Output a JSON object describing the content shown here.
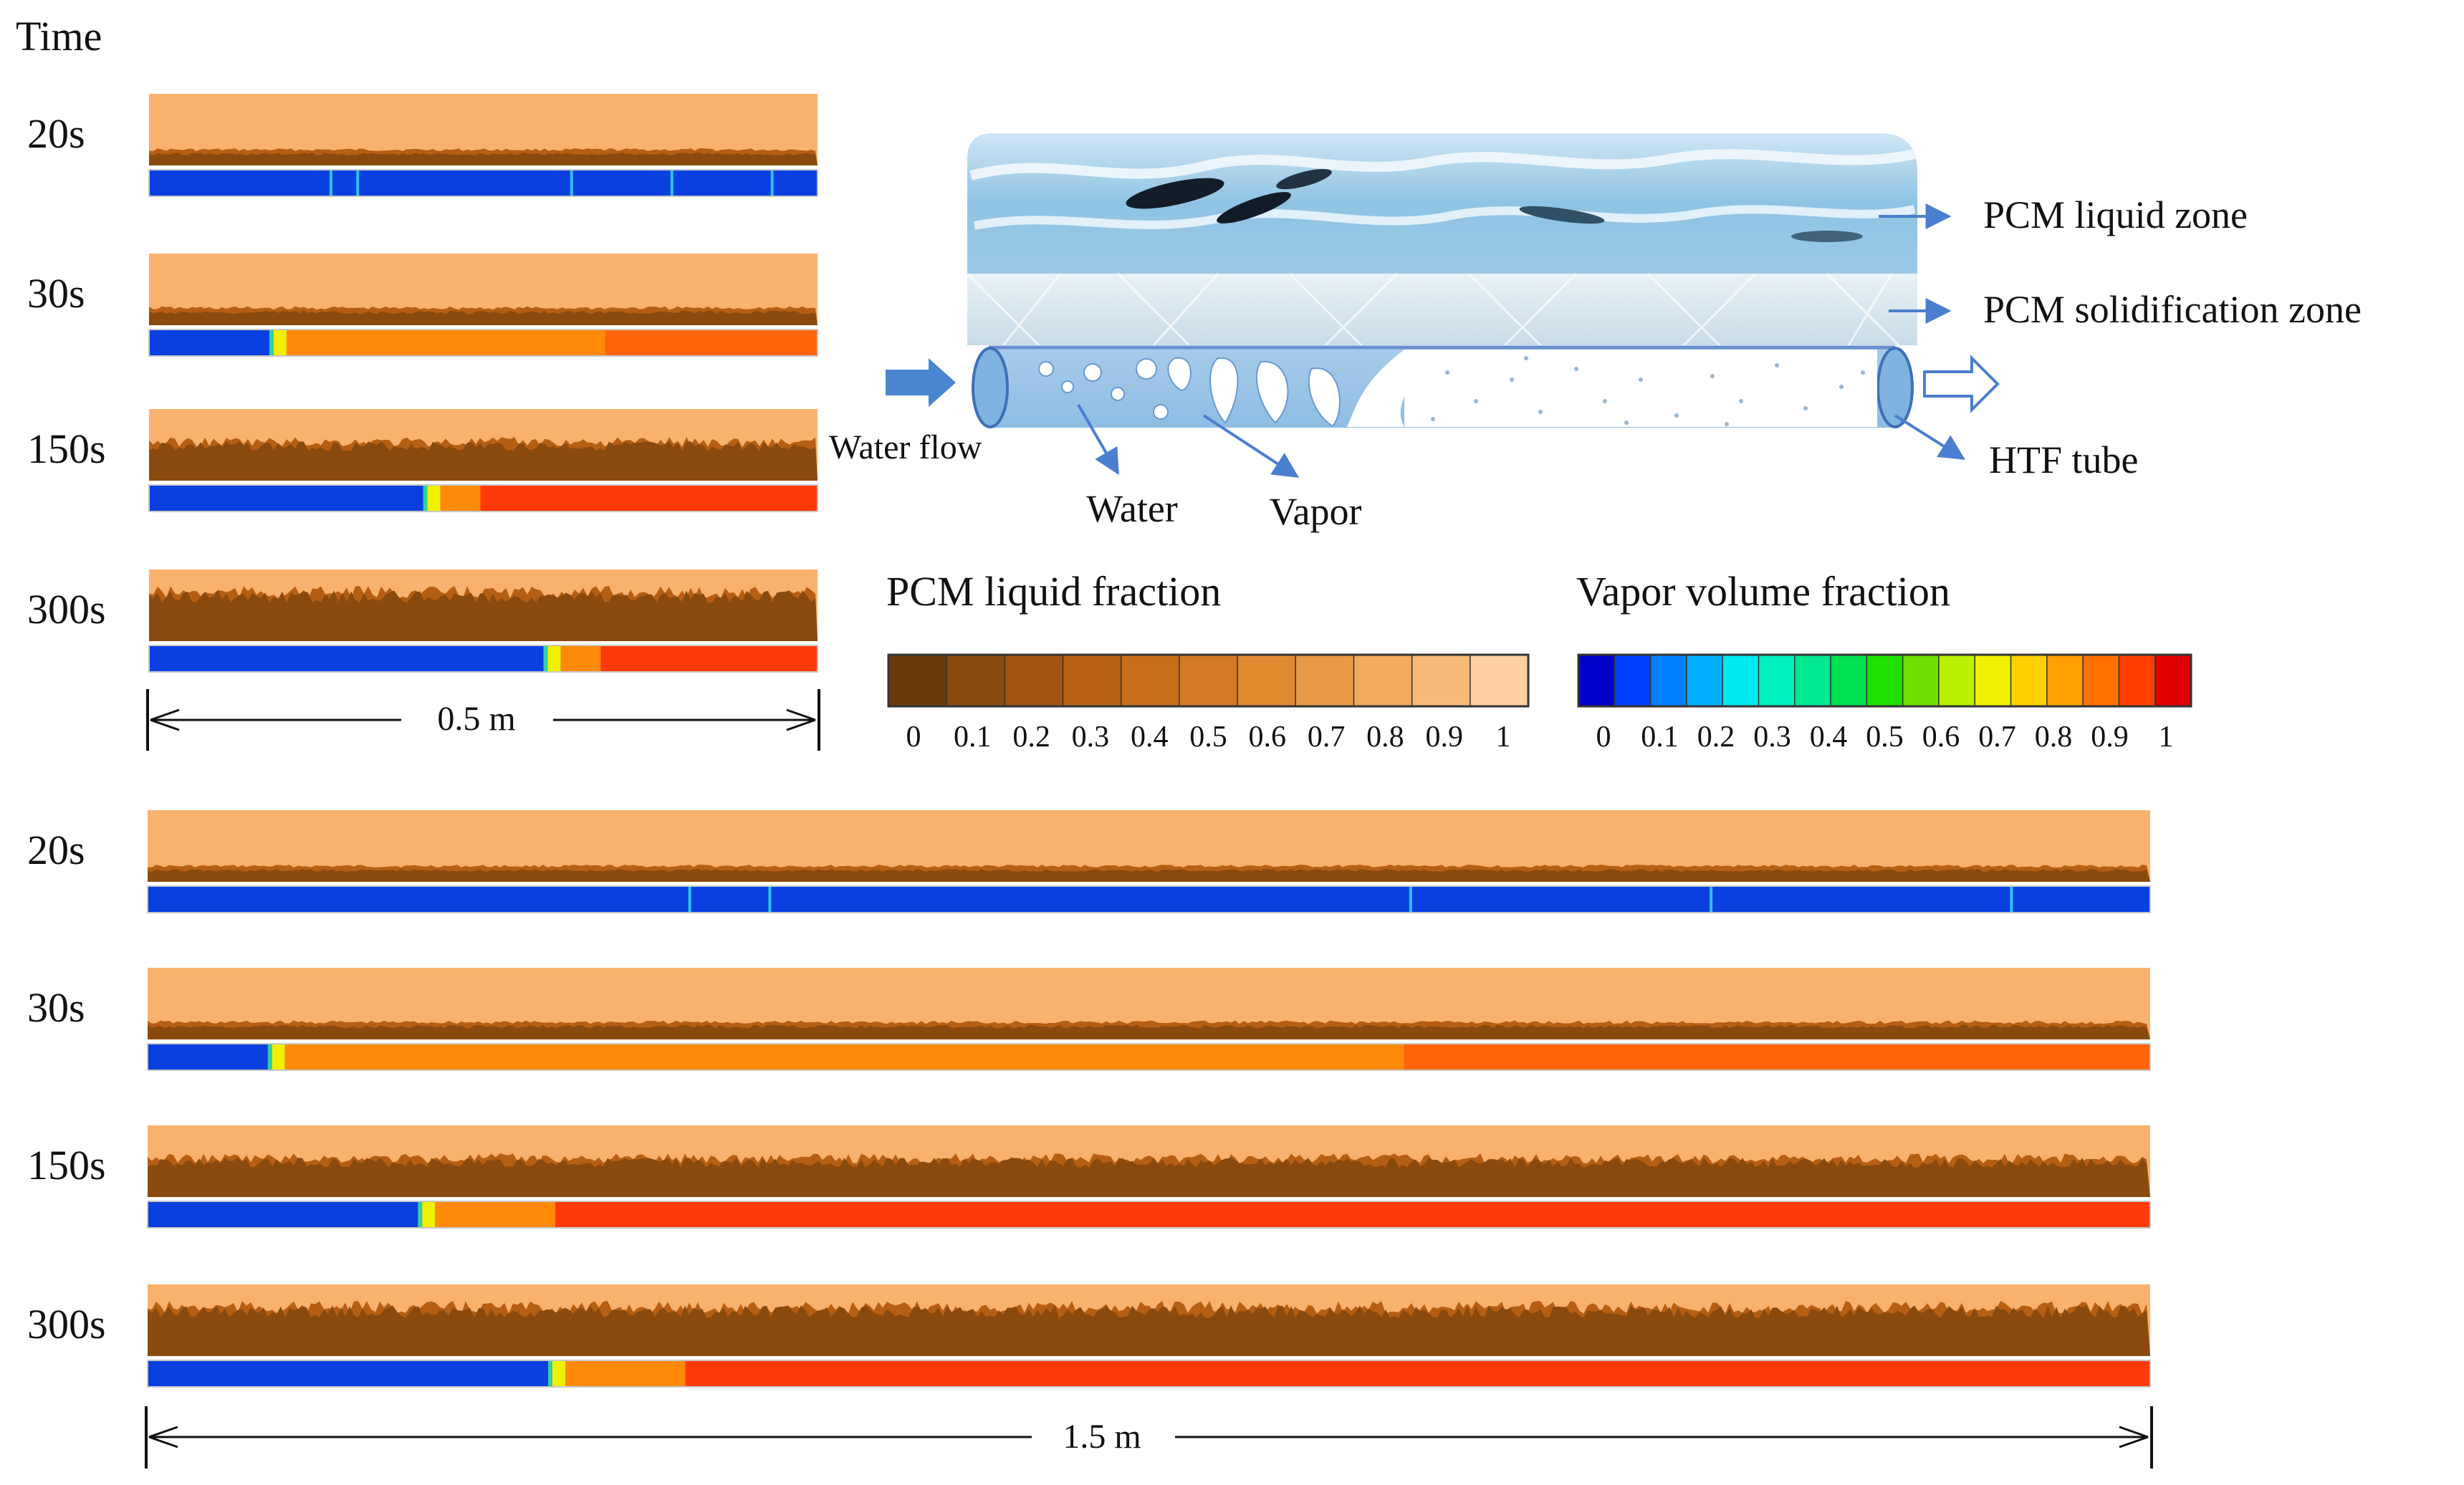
{
  "time_header": "Time",
  "short_pipe": {
    "length_label": "0.5 m",
    "rows": [
      {
        "time": "20s",
        "vapor_front_fraction": 0.0
      },
      {
        "time": "30s",
        "vapor_front_fraction": 0.18
      },
      {
        "time": "150s",
        "vapor_front_fraction": 0.41
      },
      {
        "time": "300s",
        "vapor_front_fraction": 0.59
      }
    ]
  },
  "long_pipe": {
    "length_label": "1.5 m",
    "rows": [
      {
        "time": "20s",
        "vapor_front_fraction": 0.0
      },
      {
        "time": "30s",
        "vapor_front_fraction": 0.06
      },
      {
        "time": "150s",
        "vapor_front_fraction": 0.135
      },
      {
        "time": "300s",
        "vapor_front_fraction": 0.2
      }
    ]
  },
  "schematic": {
    "pcm_liquid_zone": "PCM liquid zone",
    "pcm_solidification_zone": "PCM solidification zone",
    "htf_tube": "HTF tube",
    "water_flow": "Water flow",
    "water": "Water",
    "vapor": "Vapor"
  },
  "legends": {
    "pcm": {
      "title": "PCM liquid fraction",
      "ticks": [
        "0",
        "0.1",
        "0.2",
        "0.3",
        "0.4",
        "0.5",
        "0.6",
        "0.7",
        "0.8",
        "0.9",
        "1"
      ],
      "colors": [
        "#6b3a0c",
        "#8a4a0e",
        "#a35510",
        "#b86212",
        "#c86d18",
        "#d57a22",
        "#e08a30",
        "#ea9a45",
        "#f2aa5c",
        "#f8ba78",
        "#fcd0a2"
      ]
    },
    "vapor": {
      "title": "Vapor volume fraction",
      "ticks": [
        "0",
        "0.1",
        "0.2",
        "0.3",
        "0.4",
        "0.5",
        "0.6",
        "0.7",
        "0.8",
        "0.9",
        "1"
      ],
      "colors": [
        "#0000c8",
        "#0040ff",
        "#0080ff",
        "#00b0ff",
        "#00e8f0",
        "#00f0c0",
        "#00e890",
        "#00e050",
        "#20e000",
        "#70e000",
        "#b8f000",
        "#f0f000",
        "#ffd000",
        "#ffa000",
        "#ff7000",
        "#ff4000",
        "#e00000"
      ]
    }
  },
  "colors": {
    "pcm_liquid": "#f9b26d",
    "pcm_solid": "#8a4a0e",
    "pcm_mid": "#b65e12",
    "water_blue": "#0a3fe0",
    "vapor_red": "#ff3a08",
    "two_phase_orange": "#ff8a0a",
    "arrow_blue": "#4a7fd0"
  }
}
